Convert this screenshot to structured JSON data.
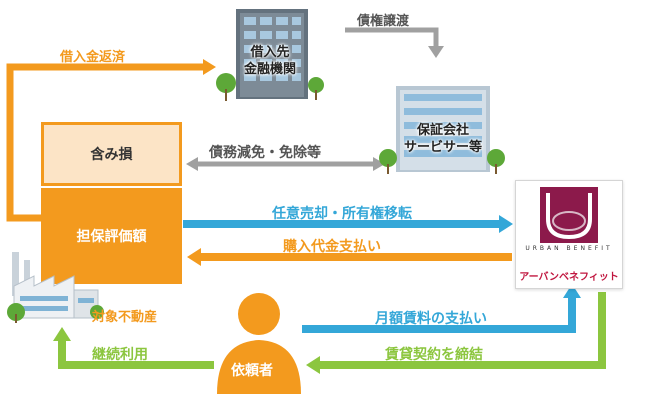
{
  "colors": {
    "orange": "#f39a1e",
    "blue": "#34a7d8",
    "green": "#8cc63f",
    "gray": "#9e9e9e",
    "peach": "#fce4c6",
    "brand": "#8c1a4b"
  },
  "nodes": {
    "lender": "借入先\n金融機関",
    "guarantor": "保証会社\nサービサー等",
    "loss": "含み損",
    "collateral": "担保評価額",
    "property": "対象不動産",
    "client": "依頼者",
    "company": "アーバンベネフィット",
    "logo_text": "URBAN BENEFIT"
  },
  "flows": {
    "repay": "借入金返済",
    "transfer": "債権譲渡",
    "waiver": "債務減免・免除等",
    "sale": "任意売却・所有権移転",
    "purchase": "購入代金支払い",
    "rent": "月額賃料の支払い",
    "lease": "賃貸契約を締結",
    "continued_use": "継続利用"
  }
}
